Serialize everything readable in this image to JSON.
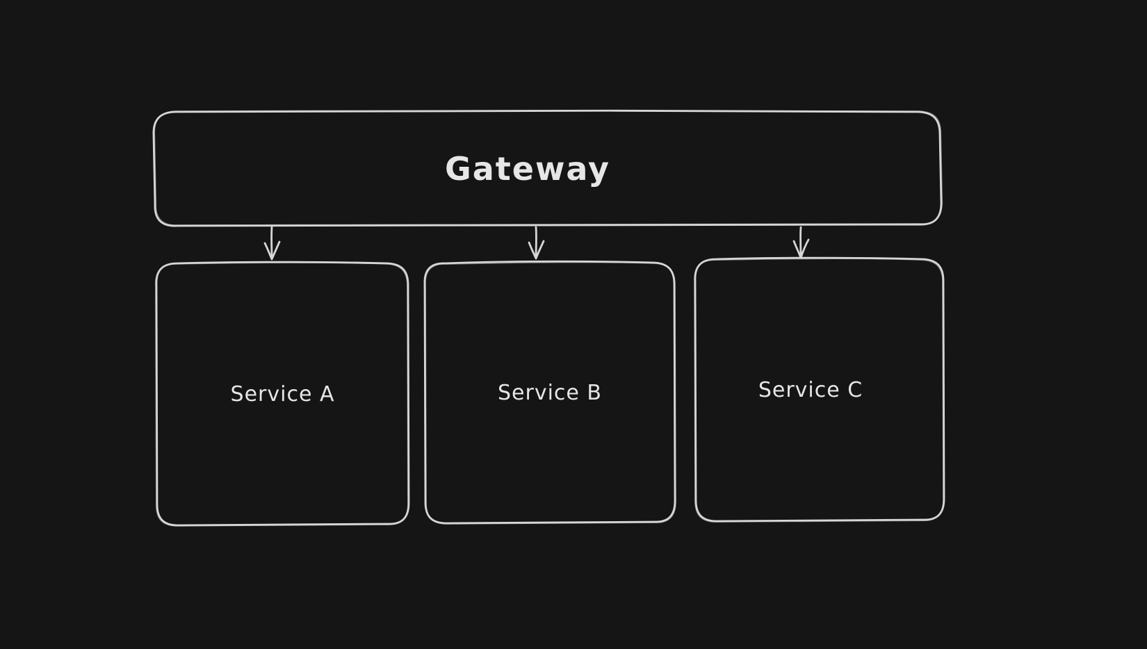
{
  "diagram": {
    "colors": {
      "background": "#151515",
      "stroke": "#d6d6d6",
      "text": "#e6e6e6"
    },
    "nodes": [
      {
        "id": "gateway",
        "label": "Gateway"
      },
      {
        "id": "service-a",
        "label": "Service A"
      },
      {
        "id": "service-b",
        "label": "Service B"
      },
      {
        "id": "service-c",
        "label": "Service C"
      }
    ],
    "edges": [
      {
        "from": "Gateway",
        "to": "Service A",
        "direction": "down"
      },
      {
        "from": "Gateway",
        "to": "Service B",
        "direction": "down"
      },
      {
        "from": "Gateway",
        "to": "Service C",
        "direction": "down"
      }
    ]
  }
}
